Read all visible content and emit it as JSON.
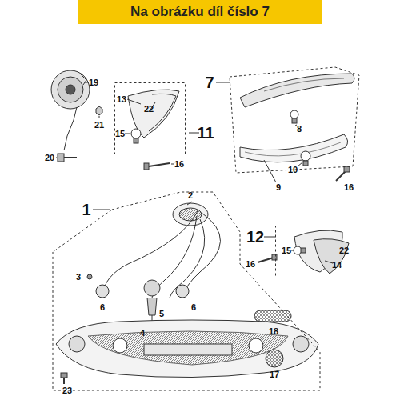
{
  "diagram": {
    "title": "Na obrázku díl číslo 7",
    "nodes": [
      {
        "text": [
          "11"
        ]
      },
      {
        "text": [
          "7"
        ]
      },
      {
        "text": [
          "1"
        ]
      },
      {
        "text": [
          "12"
        ]
      }
    ],
    "labels": [
      "19",
      "21",
      "20",
      "13",
      "22",
      "15",
      "16",
      "8",
      "10",
      "9",
      "16",
      "2",
      "16",
      "22",
      "15",
      "14",
      "3",
      "6",
      "5",
      "6",
      "4",
      "18",
      "17",
      "23"
    ]
  }
}
